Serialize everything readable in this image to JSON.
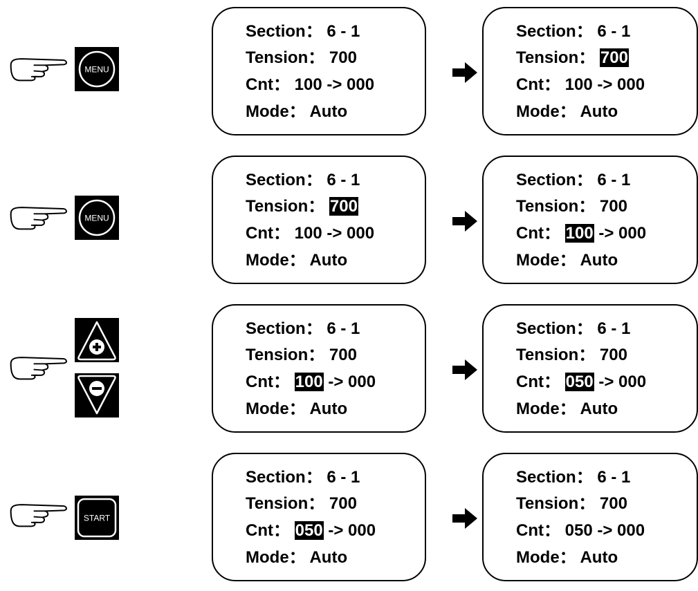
{
  "labels": {
    "section": "Section",
    "tension": "Tension",
    "cnt": "Cnt",
    "mode": "Mode",
    "sep": "：",
    "arrow_text": "->"
  },
  "buttons": {
    "menu": "MENU",
    "start": "START"
  },
  "steps": [
    {
      "button": "menu",
      "before": {
        "section": "6 - 1",
        "tension": "700",
        "cnt_from": "100",
        "cnt_to": "000",
        "mode": "Auto",
        "highlight": "none"
      },
      "after": {
        "section": "6 - 1",
        "tension": "700",
        "cnt_from": "100",
        "cnt_to": "000",
        "mode": "Auto",
        "highlight": "tension"
      }
    },
    {
      "button": "menu",
      "before": {
        "section": "6 - 1",
        "tension": "700",
        "cnt_from": "100",
        "cnt_to": "000",
        "mode": "Auto",
        "highlight": "tension"
      },
      "after": {
        "section": "6 - 1",
        "tension": "700",
        "cnt_from": "100",
        "cnt_to": "000",
        "mode": "Auto",
        "highlight": "cnt"
      }
    },
    {
      "button": "plus-minus",
      "before": {
        "section": "6 - 1",
        "tension": "700",
        "cnt_from": "100",
        "cnt_to": "000",
        "mode": "Auto",
        "highlight": "cnt"
      },
      "after": {
        "section": "6 - 1",
        "tension": "700",
        "cnt_from": "050",
        "cnt_to": "000",
        "mode": "Auto",
        "highlight": "cnt"
      }
    },
    {
      "button": "start",
      "before": {
        "section": "6 - 1",
        "tension": "700",
        "cnt_from": "050",
        "cnt_to": "000",
        "mode": "Auto",
        "highlight": "cnt"
      },
      "after": {
        "section": "6 - 1",
        "tension": "700",
        "cnt_from": "050",
        "cnt_to": "000",
        "mode": "Auto",
        "highlight": "none"
      }
    }
  ]
}
